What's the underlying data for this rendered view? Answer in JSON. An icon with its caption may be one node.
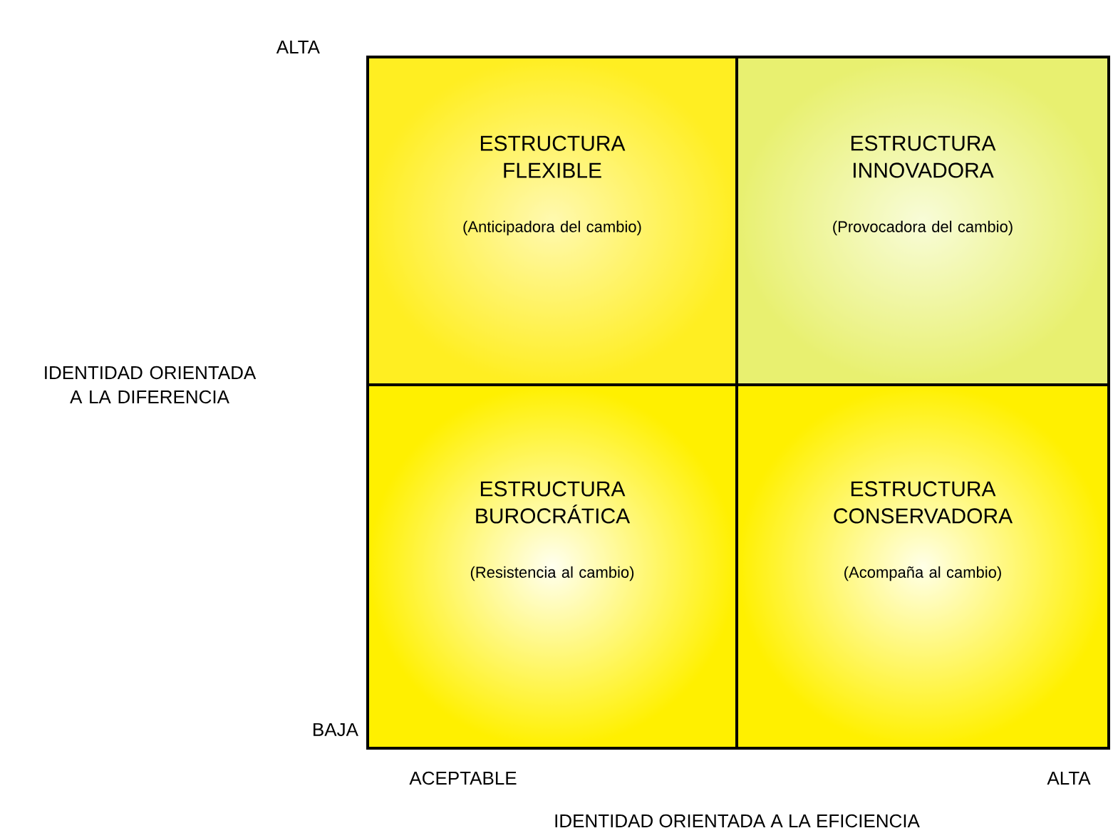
{
  "diagram": {
    "nodes": [
      {
        "text": [
          "ESTRUCTURA FLEXIBLE",
          "(Anticipadora del cambio)"
        ]
      },
      {
        "text": [
          "ESTRUCTURA INNOVADORA",
          "(Provocadora del cambio)"
        ]
      },
      {
        "text": [
          "ESTRUCTURA BUROCRÁTICA",
          "(Resistencia al cambio)"
        ]
      },
      {
        "text": [
          "ESTRUCTURA CONSERVADORA",
          "(Acompaña al cambio)"
        ]
      }
    ],
    "labels": [
      "ALTA",
      "IDENTIDAD ORIENTADA A LA DIFERENCIA",
      "BAJA",
      "ACEPTABLE",
      "ALTA",
      "IDENTIDAD ORIENTADA A LA EFICIENCIA"
    ]
  }
}
